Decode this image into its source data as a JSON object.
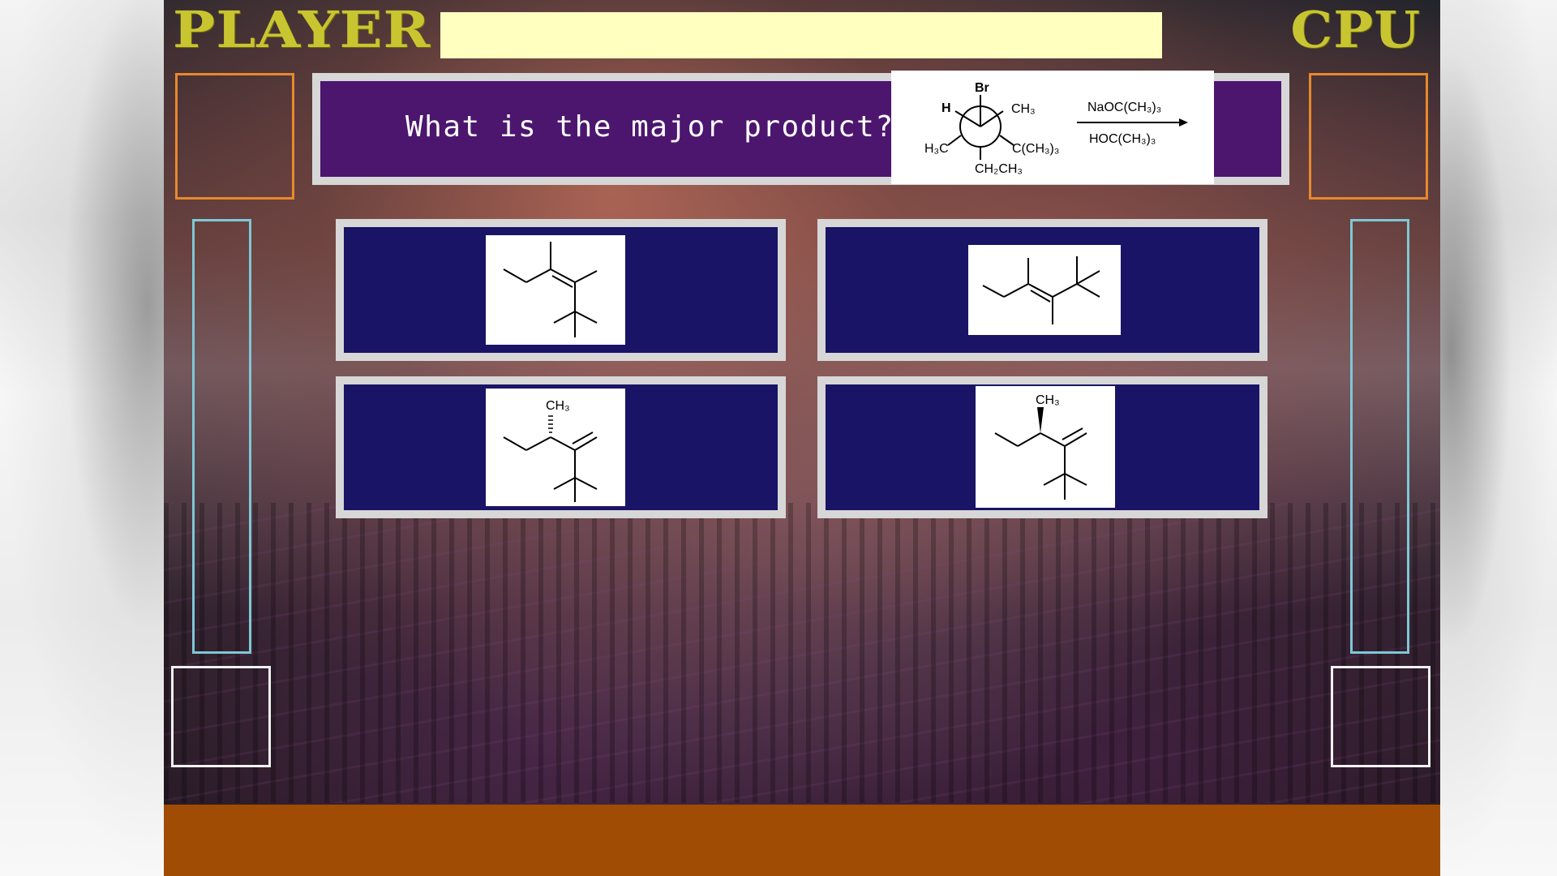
{
  "header": {
    "player_label": "PLAYER",
    "cpu_label": "CPU",
    "message": ""
  },
  "question": {
    "text": "What is the major product?",
    "reaction": {
      "top_substituent": "Br",
      "left_substituent": "H",
      "right_substituent": "CH₃",
      "lower_left_substituent": "H₃C",
      "lower_right_substituent": "C(CH₃)₃",
      "bottom_substituent": "CH₂CH₃",
      "reagent_above_arrow": "NaOC(CH₃)₃",
      "reagent_below_arrow": "HOC(CH₃)₃"
    }
  },
  "answers": [
    {
      "id": "a",
      "label": ""
    },
    {
      "id": "b",
      "label": ""
    },
    {
      "id": "c",
      "label": "CH₃"
    },
    {
      "id": "d",
      "label": "CH₃"
    }
  ],
  "colors": {
    "title": "#c9c530",
    "message_bar": "#ffffc0",
    "question_bg": "#4c166f",
    "answer_bg": "#1a1466",
    "panel_border": "#d7d7d7",
    "portrait_border": "#e8892c",
    "hp_border": "#7ec8d6",
    "item_border": "#f1f1f1",
    "bottom_bar": "#a14c04"
  }
}
